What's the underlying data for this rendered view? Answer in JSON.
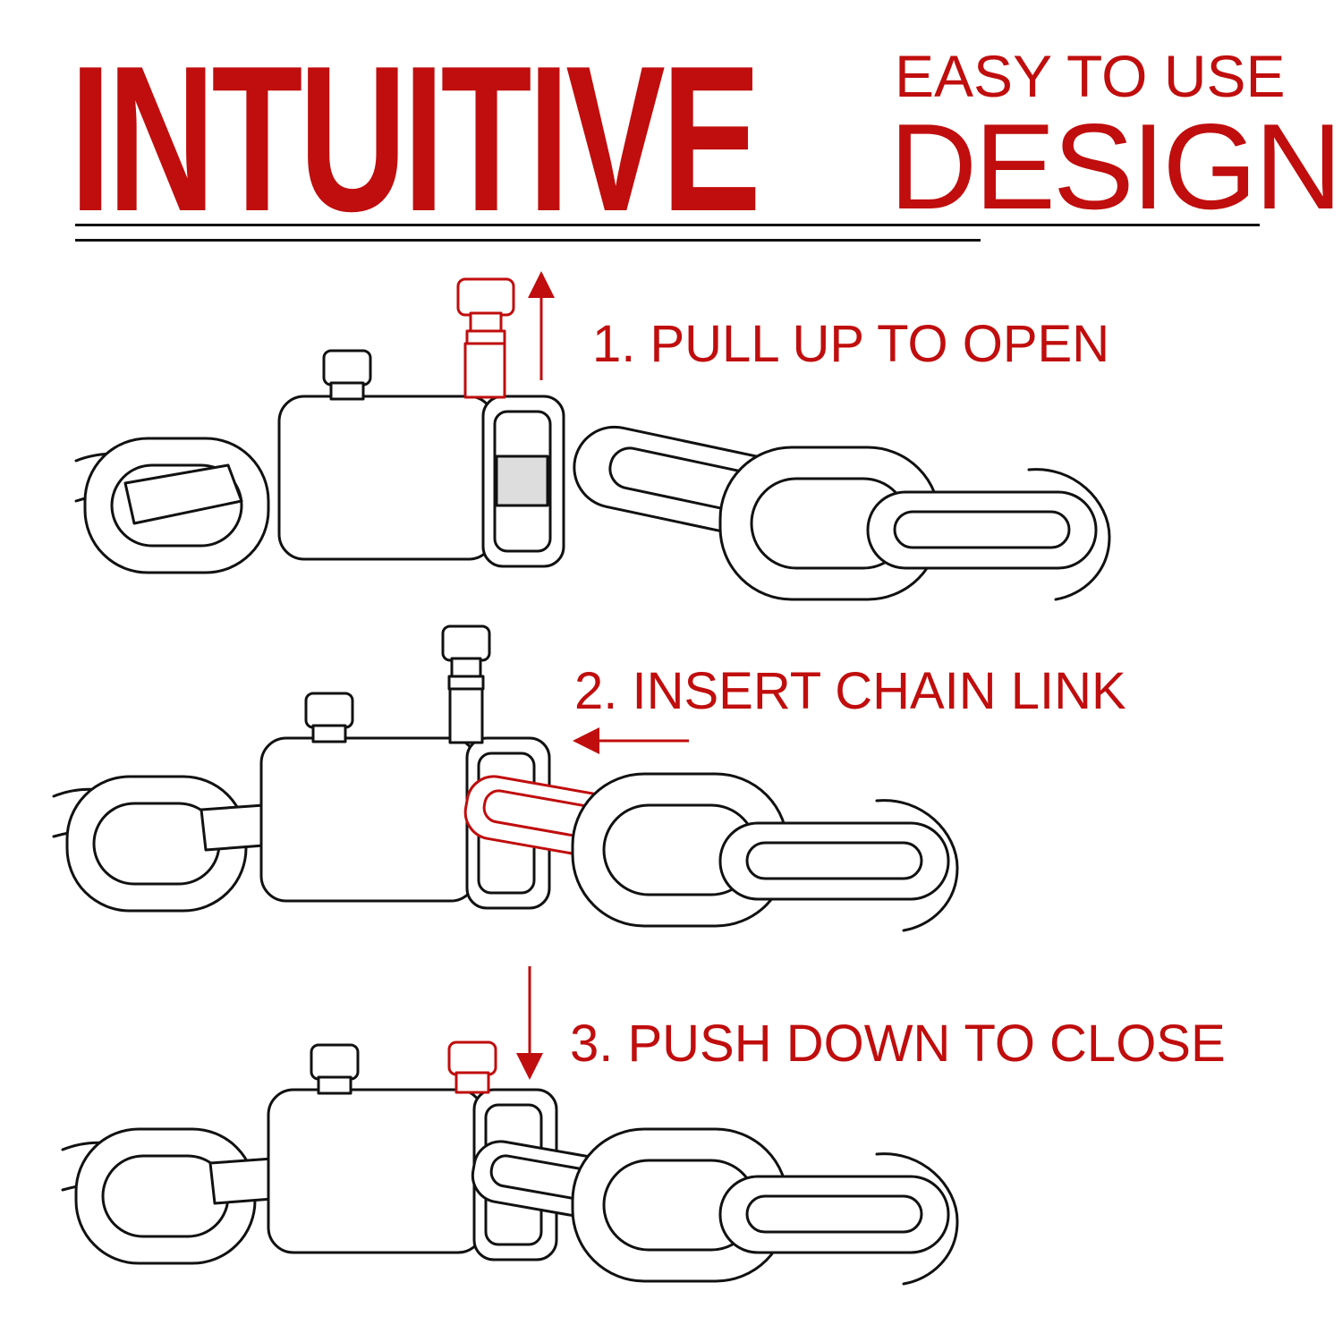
{
  "header": {
    "headline": "INTUITIVE",
    "subtitle_small": "EASY TO USE",
    "subtitle_big": "DESIGN"
  },
  "steps": [
    {
      "label": "1. PULL UP TO OPEN"
    },
    {
      "label": "2. INSERT CHAIN LINK"
    },
    {
      "label": "3. PUSH DOWN TO CLOSE"
    }
  ],
  "colors": {
    "accent": "#c00d0d",
    "ink": "#111111",
    "background": "#ffffff"
  }
}
